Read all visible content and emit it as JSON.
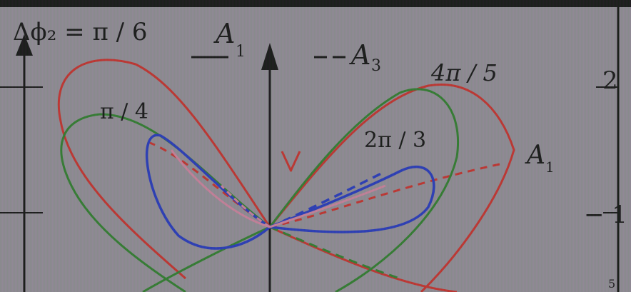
{
  "labels": {
    "delta_phi": "Δϕ₂ = π / 6",
    "legend_solid_A": "A",
    "legend_solid_sub": "1",
    "legend_dash_A": "A",
    "legend_dash_sub": "3",
    "legend_dash_marks": "− −",
    "pi_over_4": "π / 4",
    "two_pi_over_3": "2π / 3",
    "four_pi_over_5": "4π / 5",
    "axis_A1": "A",
    "axis_A1_sub": "1",
    "tick_2": "2",
    "tick_neg1": "− 1",
    "tick_bottom": "5"
  },
  "colors": {
    "background": "#8e8a93",
    "red": "#c1302c",
    "green": "#2f7a2d",
    "blue": "#2638b8",
    "pink": "#c77f9a",
    "axis": "#141414"
  }
}
